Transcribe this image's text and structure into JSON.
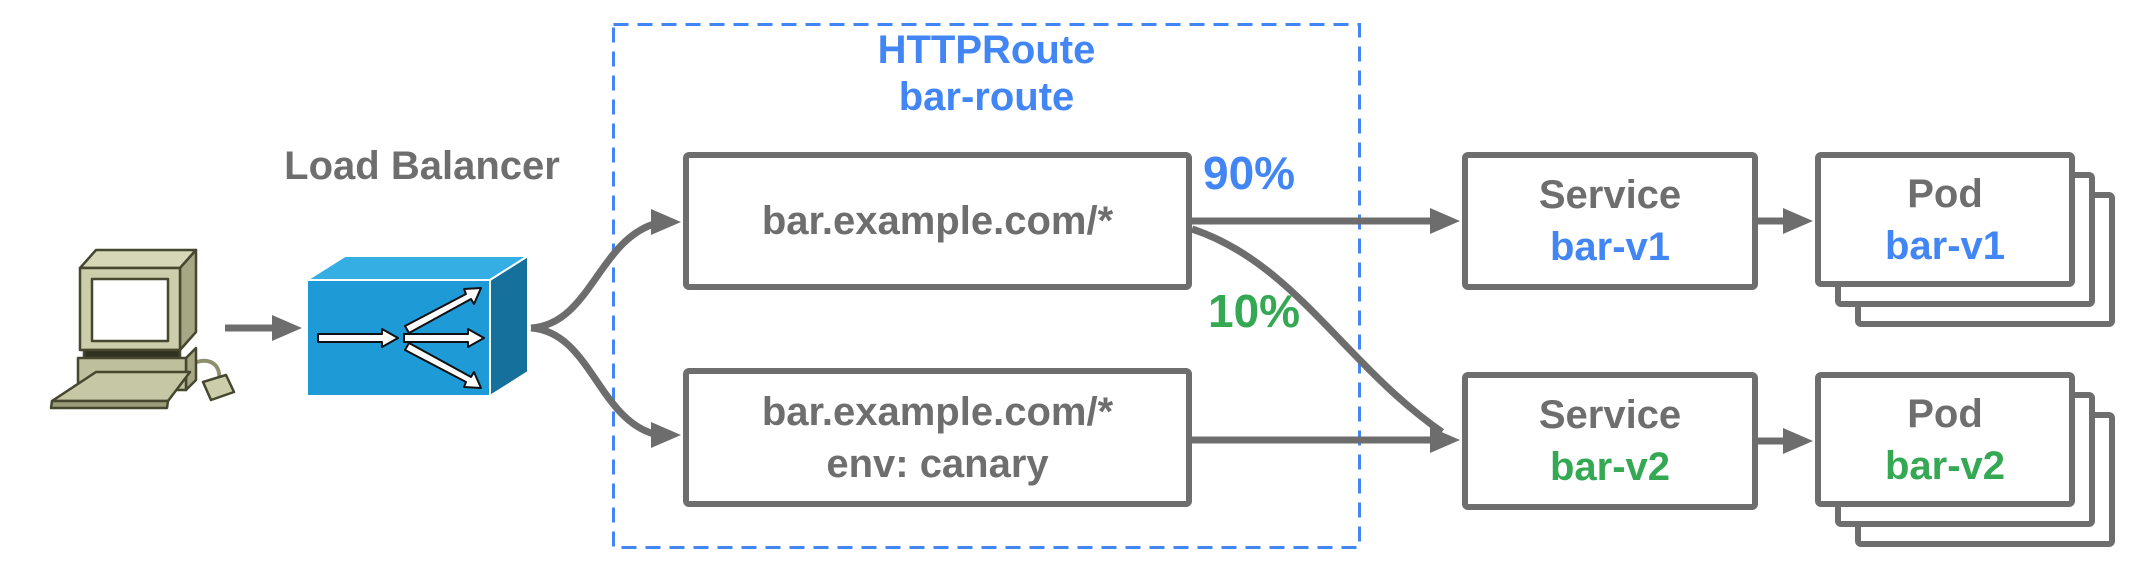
{
  "client": {
    "icon": "desktop-computer-icon"
  },
  "load_balancer": {
    "label": "Load Balancer",
    "icon": "load-balancer-icon"
  },
  "httproute": {
    "kind": "HTTPRoute",
    "name": "bar-route",
    "rules": [
      {
        "match": "bar.example.com/*"
      },
      {
        "match": "bar.example.com/*",
        "header": "env: canary"
      }
    ]
  },
  "traffic_split": [
    {
      "weight": "90%",
      "color": "#4285F4"
    },
    {
      "weight": "10%",
      "color": "#34A853"
    }
  ],
  "services": [
    {
      "kind": "Service",
      "name": "bar-v1",
      "color": "#4285F4"
    },
    {
      "kind": "Service",
      "name": "bar-v2",
      "color": "#34A853"
    }
  ],
  "pods": [
    {
      "kind": "Pod",
      "name": "bar-v1",
      "color": "#4285F4"
    },
    {
      "kind": "Pod",
      "name": "bar-v2",
      "color": "#34A853"
    }
  ],
  "colors": {
    "blue": "#4285F4",
    "green": "#34A853",
    "gray_text": "#6E6E6E",
    "arrow_gray": "#6D6D6D",
    "dashed_border": "#4285F4",
    "lb_front": "#1E9AD7",
    "lb_top": "#35AEE4",
    "lb_side": "#15709C",
    "computer_beige": "#CCCDAB"
  }
}
